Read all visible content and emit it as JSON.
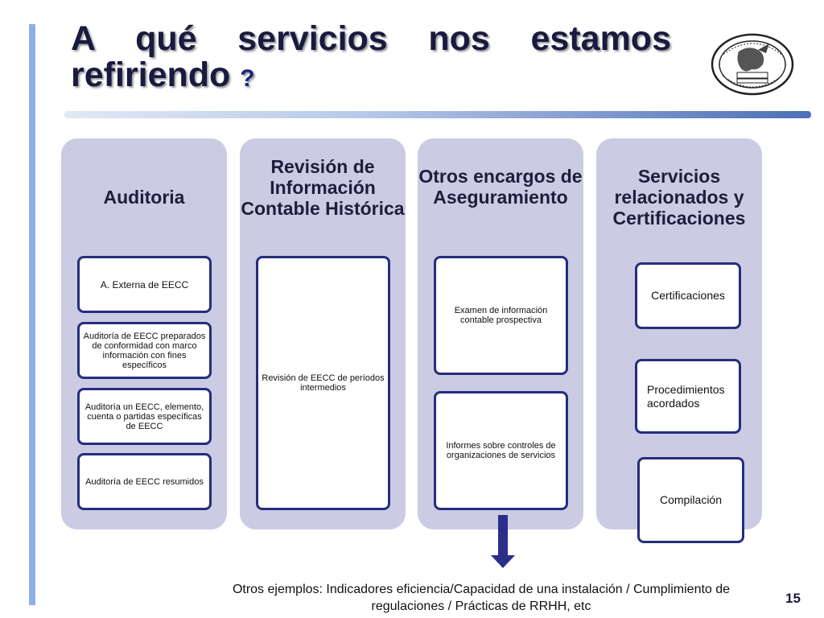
{
  "slide": {
    "title": "A qué servicios nos estamos refiriendo",
    "title_question": "?",
    "page_number": "15",
    "footer": "Otros ejemplos: Indicadores eficiencia/Capacidad de una instalación / Cumplimiento de regulaciones / Prácticas de RRHH, etc",
    "colors": {
      "accent_bar": "#8fb0e4",
      "column_bg": "#cbcbe3",
      "box_border": "#262d7d",
      "arrow": "#2b2f8a",
      "title": "#1a1a40"
    },
    "icons": [
      "university-seal-logo",
      "down-arrow-icon"
    ]
  },
  "columns": [
    {
      "title": "Auditoria",
      "items": [
        "A. Externa de EECC",
        "Auditoría de EECC preparados de conformidad con marco información con fines específicos",
        "Auditoría un EECC, elemento, cuenta  o partidas específicas de EECC",
        "Auditoría de EECC resumidos"
      ]
    },
    {
      "title": "Revisión de Información Contable Histórica",
      "items": [
        "Revisión de EECC de períodos intermedios"
      ]
    },
    {
      "title": "Otros encargos de Aseguramiento",
      "items": [
        "Examen de información contable prospectiva",
        "Informes sobre controles de organizaciones de servicios"
      ]
    },
    {
      "title": "Servicios relacionados y Certificaciones",
      "items": [
        "Certificaciones",
        "Procedimientos acordados",
        "Compilación"
      ]
    }
  ]
}
